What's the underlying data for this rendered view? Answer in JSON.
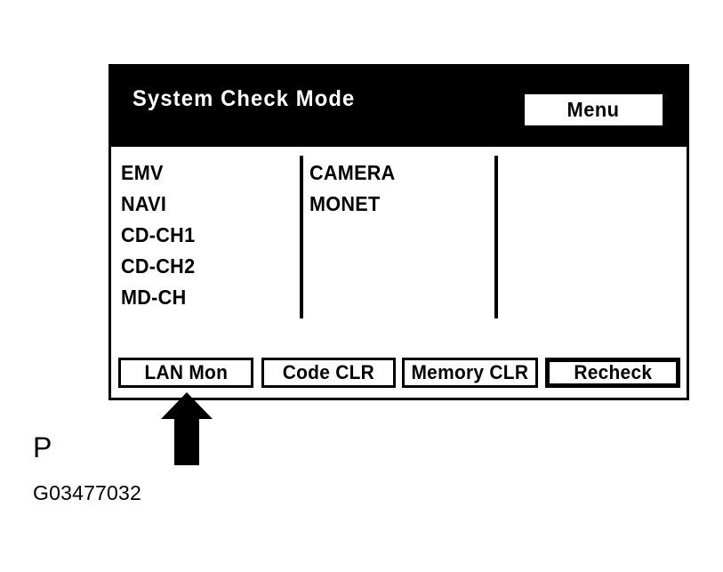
{
  "panel": {
    "header": {
      "title": "System Check Mode",
      "menu_button_label": "Menu"
    },
    "columns": [
      {
        "id": "column-1",
        "items": [
          "EMV",
          "NAVI",
          "CD-CH1",
          "CD-CH2",
          "MD-CH"
        ]
      },
      {
        "id": "column-2",
        "items": [
          "CAMERA",
          "MONET"
        ]
      },
      {
        "id": "column-3",
        "items": []
      }
    ],
    "buttons": [
      {
        "id": "lan-mon",
        "label": "LAN Mon",
        "emphasized": false
      },
      {
        "id": "code-clr",
        "label": "Code CLR",
        "emphasized": false
      },
      {
        "id": "memory-clr",
        "label": "Memory CLR",
        "emphasized": false
      },
      {
        "id": "recheck",
        "label": "Recheck",
        "emphasized": true
      }
    ]
  },
  "annotation": {
    "arrow_target": "LAN Mon",
    "caption_letter": "P",
    "figure_id": "G03477032"
  },
  "colors": {
    "header_background": "#000000",
    "header_text": "#ffffff",
    "panel_background": "#ffffff",
    "panel_border": "#000000",
    "text": "#000000"
  }
}
